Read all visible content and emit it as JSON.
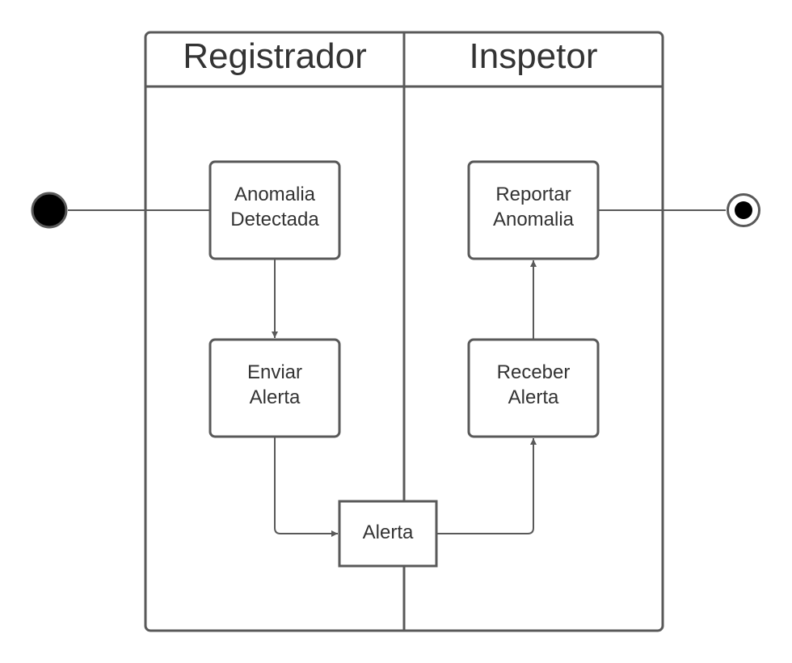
{
  "lanes": {
    "left": "Registrador",
    "right": "Inspetor"
  },
  "actions": {
    "anomalia_detectada": [
      "Anomalia",
      "Detectada"
    ],
    "enviar_alerta": [
      "Enviar",
      "Alerta"
    ],
    "receber_alerta": [
      "Receber",
      "Alerta"
    ],
    "reportar_anomalia": [
      "Reportar",
      "Anomalia"
    ]
  },
  "object_node": {
    "label": "Alerta"
  },
  "colors": {
    "stroke": "#595959",
    "text": "#333333",
    "initial_fill": "#000000"
  }
}
